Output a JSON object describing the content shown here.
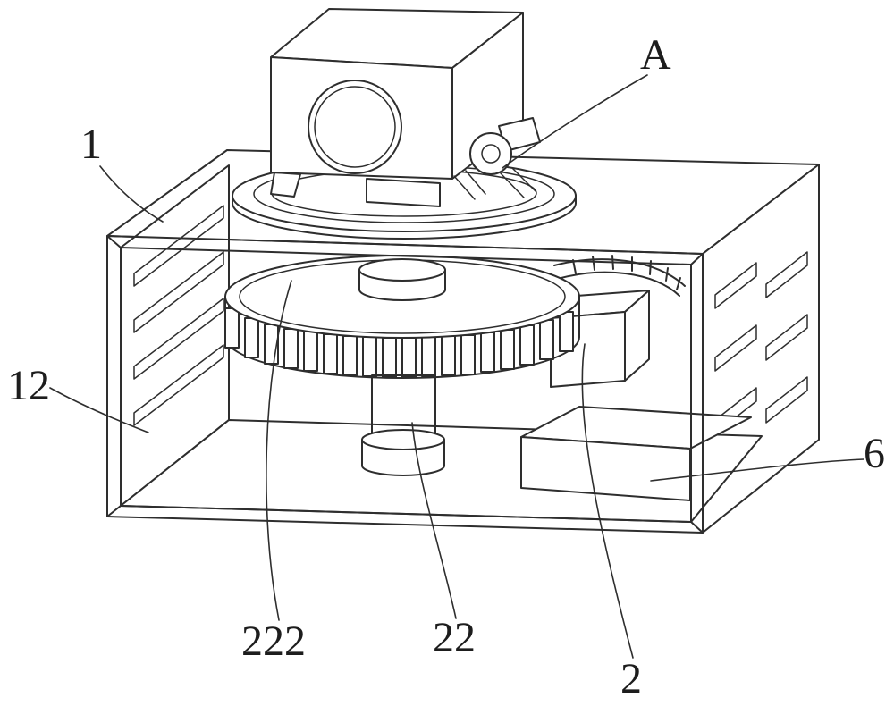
{
  "figure": {
    "line_color": "#2e2e2e",
    "background_color": "#ffffff"
  },
  "labels": {
    "ref_1": "1",
    "ref_12": "12",
    "ref_222": "222",
    "ref_22": "22",
    "ref_2": "2",
    "ref_6": "6",
    "ref_A": "A"
  }
}
